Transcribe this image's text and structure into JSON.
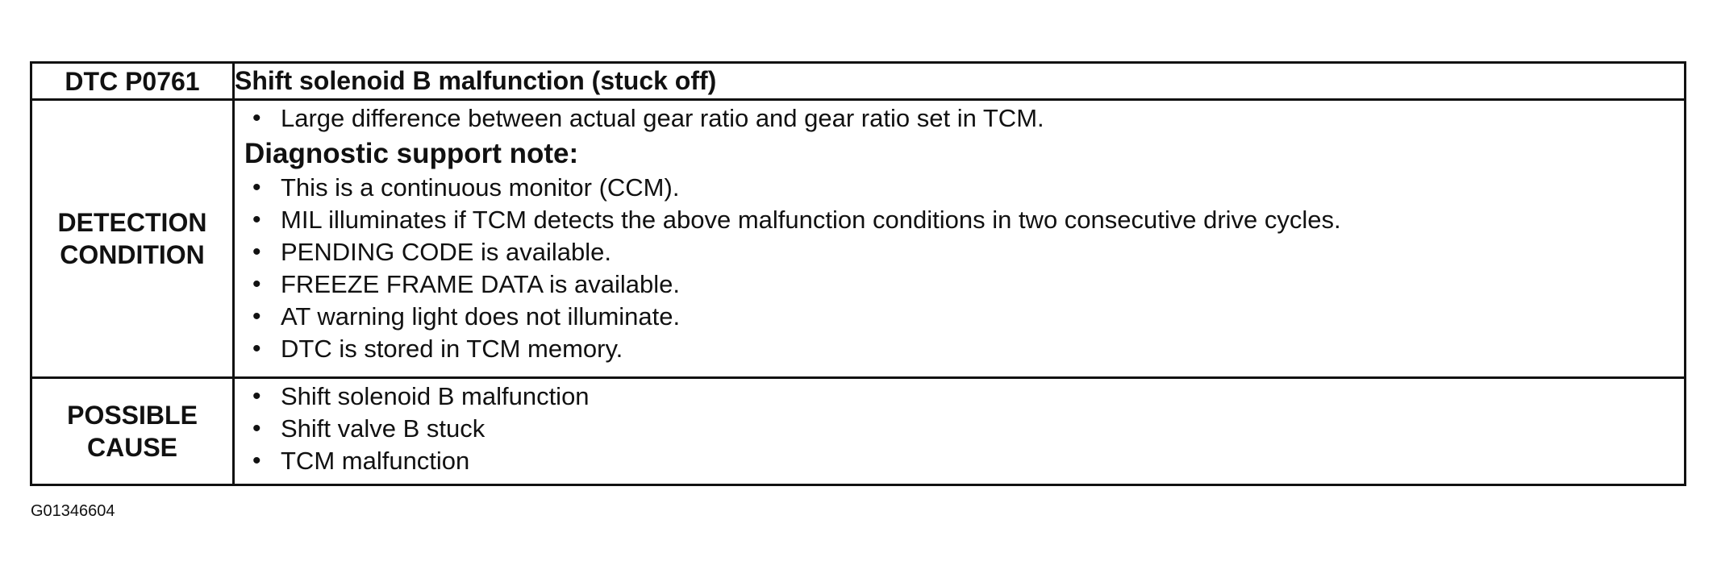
{
  "table": {
    "header": {
      "code": "DTC P0761",
      "title": "Shift solenoid B malfunction (stuck off)"
    },
    "detection": {
      "label_line1": "DETECTION",
      "label_line2": "CONDITION",
      "items": [
        "Large difference between actual gear ratio and gear ratio set in TCM."
      ],
      "note_heading": "Diagnostic support note:",
      "note_items": [
        "This is a continuous monitor (CCM).",
        "MIL illuminates if TCM detects the above malfunction conditions in two consecutive drive cycles.",
        "PENDING CODE is available.",
        "FREEZE FRAME DATA is available.",
        "AT warning light does not illuminate.",
        "DTC is stored in TCM memory."
      ]
    },
    "cause": {
      "label_line1": "POSSIBLE",
      "label_line2": "CAUSE",
      "items": [
        "Shift solenoid B malfunction",
        "Shift valve B stuck",
        "TCM malfunction"
      ]
    }
  },
  "figure_id": "G01346604"
}
